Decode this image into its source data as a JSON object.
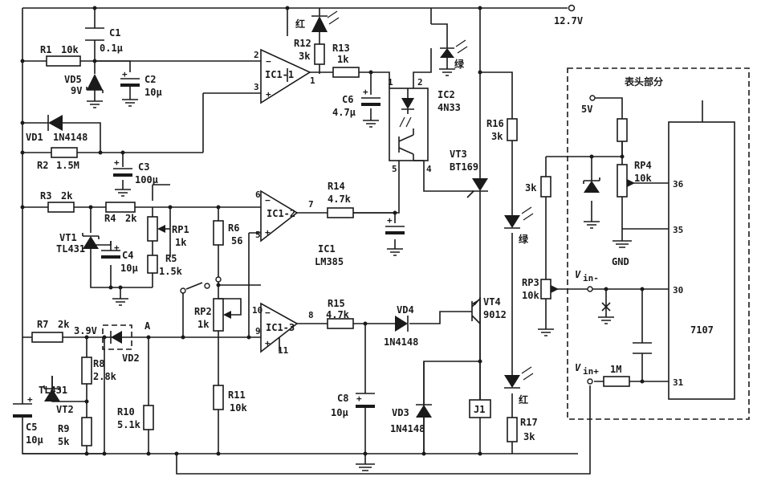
{
  "supply": {
    "voltage": "12.7V"
  },
  "capacitors": {
    "c1": {
      "name": "C1",
      "value": "0.1μ"
    },
    "c2": {
      "name": "C2",
      "value": "10μ"
    },
    "c3": {
      "name": "C3",
      "value": "100μ"
    },
    "c4": {
      "name": "C4",
      "value": "10μ"
    },
    "c5": {
      "name": "C5",
      "value": "10μ"
    },
    "c6": {
      "name": "C6",
      "value": "4.7μ"
    },
    "c8": {
      "name": "C8",
      "value": "10μ"
    }
  },
  "resistors": {
    "r1": {
      "name": "R1",
      "value": "10k"
    },
    "r2": {
      "name": "R2",
      "value": "1.5M"
    },
    "r3": {
      "name": "R3",
      "value": "2k"
    },
    "r4": {
      "name": "R4",
      "value": "2k"
    },
    "r5": {
      "name": "R5",
      "value": "1.5k"
    },
    "r6": {
      "name": "R6",
      "value": "56"
    },
    "r7": {
      "name": "R7",
      "value": "2k"
    },
    "r8": {
      "name": "R8",
      "value": "2.8k"
    },
    "r9": {
      "name": "R9",
      "value": "5k"
    },
    "r10": {
      "name": "R10",
      "value": "5.1k"
    },
    "r11": {
      "name": "R11",
      "value": "10k"
    },
    "r12": {
      "name": "R12",
      "value": "3k"
    },
    "r13": {
      "name": "R13",
      "value": "1k"
    },
    "r14": {
      "name": "R14",
      "value": "4.7k"
    },
    "r15": {
      "name": "R15",
      "value": "4.7k"
    },
    "r16": {
      "name": "R16",
      "value": "3k"
    },
    "r17": {
      "name": "R17",
      "value": "3k"
    },
    "r_meter": {
      "value": "3k"
    },
    "r_1m": {
      "value": "1M"
    }
  },
  "pots": {
    "rp1": {
      "name": "RP1",
      "value": "1k"
    },
    "rp2": {
      "name": "RP2",
      "value": "1k"
    },
    "rp3": {
      "name": "RP3",
      "value": "10k"
    },
    "rp4": {
      "name": "RP4",
      "value": "10k"
    }
  },
  "semis": {
    "vd1": {
      "name": "VD1",
      "value": "1N4148"
    },
    "vd2": {
      "name": "VD2"
    },
    "vd3": {
      "name": "VD3",
      "value": "1N4148"
    },
    "vd4": {
      "name": "VD4",
      "value": "1N4148"
    },
    "vd5": {
      "name": "VD5",
      "value": "9V"
    },
    "vt1": {
      "name": "VT1",
      "value": "TL431"
    },
    "vt2": {
      "name": "VT2",
      "value": "TL431"
    },
    "vt3": {
      "name": "VT3",
      "value": "BT169"
    },
    "vt4": {
      "name": "VT4",
      "value": "9012"
    },
    "ic2": {
      "name": "IC2",
      "value": "4N33"
    },
    "ic1": {
      "name": "IC1",
      "value": "LM385"
    }
  },
  "opamps": {
    "a1": {
      "name": "IC1-1",
      "pin_inv": "2",
      "pin_noninv": "3",
      "pin_out": "1"
    },
    "a2": {
      "name": "IC1-2",
      "pin_inv": "6",
      "pin_noninv": "5",
      "pin_out": "7"
    },
    "a3": {
      "name": "IC1-3",
      "pin_inv": "10",
      "pin_noninv": "9",
      "pin_out": "8",
      "pin_gnd": "11"
    }
  },
  "optocoupler_pins": {
    "p1": "1",
    "p2": "2",
    "p4": "4",
    "p5": "5"
  },
  "leds": {
    "red": "红",
    "green": "绿"
  },
  "relay": {
    "name": "J1"
  },
  "nodes": {
    "v39": "3.9V",
    "a": "A"
  },
  "meter": {
    "title": "表头部分",
    "v5": "5V",
    "gnd": "GND",
    "chip": "7107",
    "vin_minus": "V",
    "vin_minus_sub": "in-",
    "vin_plus": "V",
    "vin_plus_sub": "in+",
    "pins": {
      "p36": "36",
      "p35": "35",
      "p30": "30",
      "p31": "31"
    }
  }
}
